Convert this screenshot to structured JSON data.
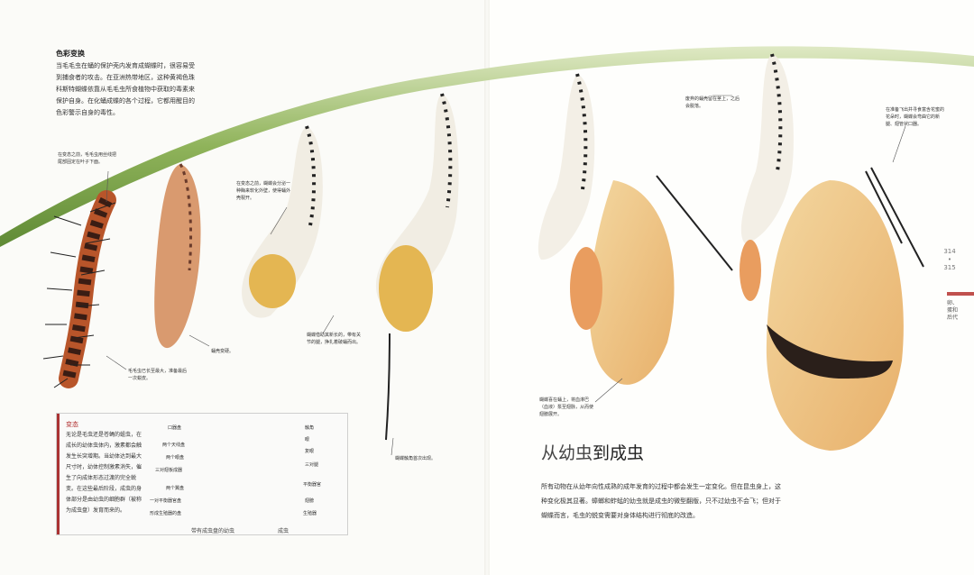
{
  "intro": {
    "heading": "色彩变换",
    "text": "当毛毛虫在蛹的保护壳内发育成蝴蝶时，很容易受到捕食者的攻击。在亚洲热带地区，这种黄褐色珠科斯特蝴蝶依靠从毛毛虫所食植物中获取的毒素来保护自身。在化蛹成蝶的各个过程，它都用醒目的色彩警示自身的毒性。"
  },
  "notes": {
    "n1": "在变态之前，毛毛虫用丝线把尾部固定在叶子下面。",
    "n2": "在变态之前，蝴蝶会分泌一种酶来软化外壁，使得蛹外壳裂开。",
    "n3": "毛毛虫已长至最大，准备最后一次蜕皮。",
    "n4": "蛹壳变硬。",
    "n5": "蝴蝶借助其新长的，带有关节的腿，挣扎着破蛹而出。",
    "n6": "蝴蝶触角首次出现。",
    "n7": "蝴蝶喜在蛹上，将血淋巴（血液）泵至翅脉，从而使翅膀展开。",
    "n8": "废弃的蛹壳留在茎上，之后会脱落。",
    "n9": "在准备飞出并寻食富含花蜜的花朵时，蝴蝶会弯曲它的新腿、翅管状口器。"
  },
  "box": {
    "heading": "变态",
    "text": "无论是毛虫还是苍蝇的蛆虫，在成长的幼体虫体内，激素都会触发生长突增期。当幼体达到最大尺寸时，幼体控制激素消失，催生了向成体形态过渡的完全蜕变。在这些最后阶段，成虫的身体部分是由幼虫的细胞群（被称为成虫盘）发育而来的。",
    "labels_left": [
      "口器盘",
      "两个天线盘",
      "两个眼盘",
      "三对翅板成器",
      "两个翼盘",
      "一对平衡器官盘",
      "形成生殖器的盘"
    ],
    "labels_right": [
      "触角",
      "眼",
      "复眼",
      "三对腿",
      "平衡器官",
      "翅膀",
      "生殖器"
    ],
    "caption_larva": "带有成虫盘的幼虫",
    "caption_adult": "成虫"
  },
  "right": {
    "heading_a": "从幼虫",
    "heading_b": "到成虫",
    "text": "所有动物在从幼年向性成熟的成年发育的过程中都会发生一定变化。但在昆虫身上，这种变化极其显著。蟑螂和蚱蜢的幼虫就是成虫的微型翻版，只不过幼虫不会飞；但对于蝴蝶而言，毛虫的蜕变需要对身体结构进行彻底的改造。"
  },
  "folio": "314 • 315",
  "section": "卵、蛋和后代",
  "colors": {
    "accent": "#c0504d",
    "leaf": "#8fb35a"
  }
}
